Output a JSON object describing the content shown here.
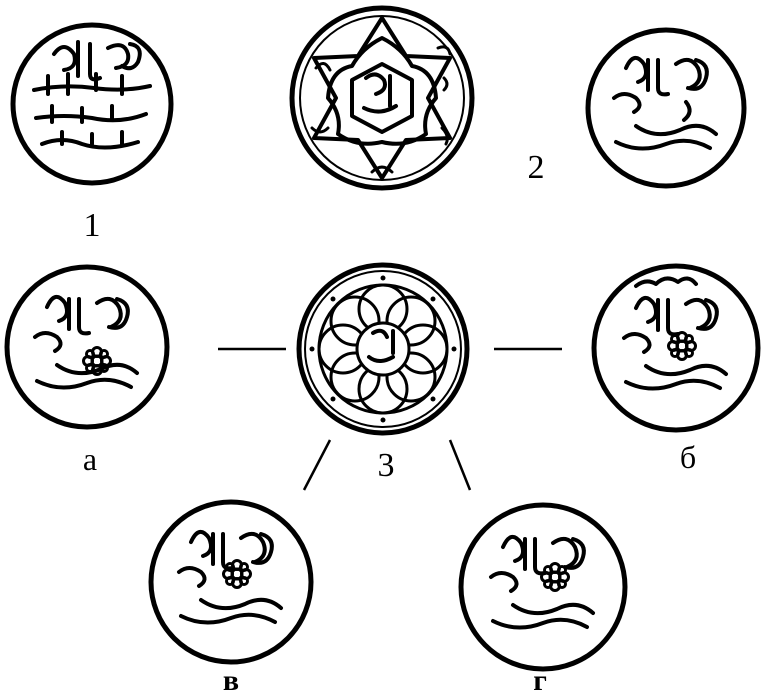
{
  "labels": {
    "group_1": "1",
    "group_2": "2",
    "group_3": "3",
    "variant_a": "а",
    "variant_b": "б",
    "variant_v": "в",
    "variant_g": "г"
  }
}
